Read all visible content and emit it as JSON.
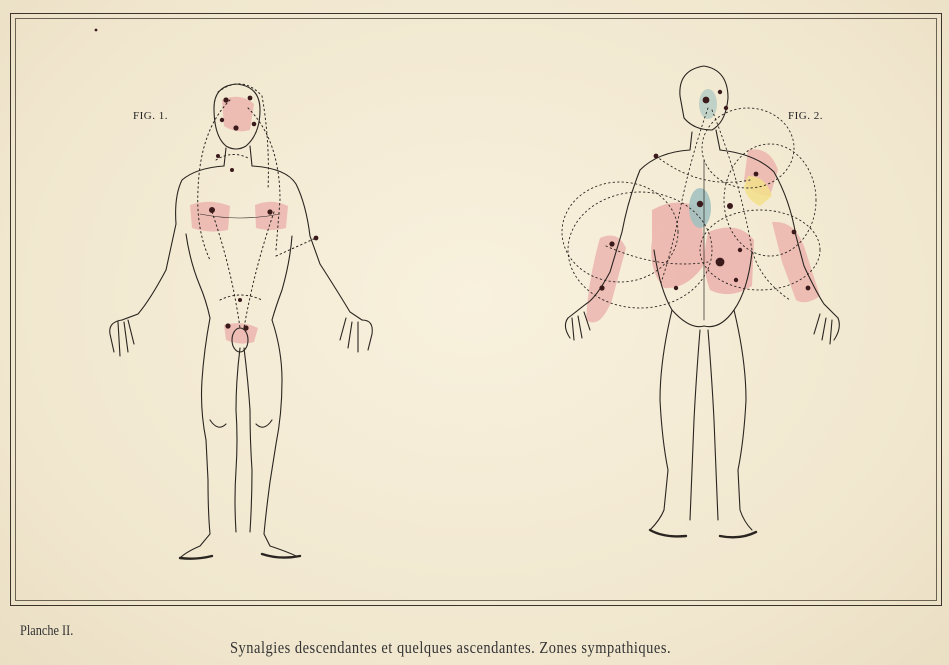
{
  "figures": {
    "fig1_label": "FIG. 1.",
    "fig2_label": "FIG. 2."
  },
  "plate_number": "Planche II.",
  "caption": "Synalgies descendantes et quelques ascendantes. Zones sympathiques.",
  "colors": {
    "paper": "#f4ecd6",
    "ink": "#2a2520",
    "pink_zone": "#eaa9a6",
    "blue_zone": "#9fc1bf",
    "yellow_zone": "#f2e08a",
    "point": "#3a1a1a"
  }
}
